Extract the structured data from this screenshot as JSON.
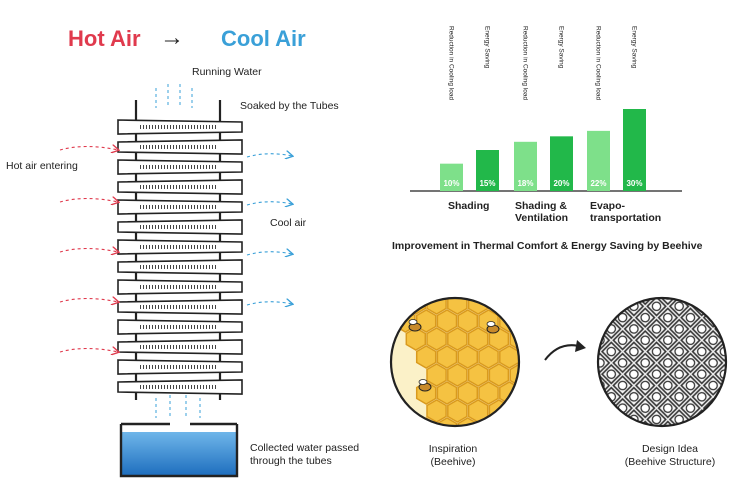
{
  "header": {
    "hot_label": "Hot Air",
    "arrow": "→",
    "cool_label": "Cool Air"
  },
  "tower": {
    "running_water": "Running Water",
    "soaked": "Soaked by the Tubes",
    "hot_air_entering": "Hot air entering",
    "cool_air": "Cool air",
    "collected_line1": "Collected water passed",
    "collected_line2": "through the tubes"
  },
  "colors": {
    "hot": "#e03a4d",
    "cool": "#3aa0d8",
    "bar_light": "#7ee08a",
    "bar_dark": "#22b84a",
    "water": "#2f8fd6",
    "honey": "#f5c242"
  },
  "chart_data": {
    "type": "bar",
    "title": "Improvement in Thermal Comfort & Energy Saving by Beehive",
    "categories": [
      "Shading",
      "Shading & Ventilation",
      "Evapo-transportation"
    ],
    "category_lines": [
      [
        "Shading"
      ],
      [
        "Shading &",
        "Ventilation"
      ],
      [
        "Evapo-",
        "transportation"
      ]
    ],
    "series": [
      {
        "name": "Reduction in Cooling load",
        "values": [
          10,
          18,
          22
        ],
        "labels": [
          "10%",
          "18%",
          "22%"
        ]
      },
      {
        "name": "Energy Saving",
        "values": [
          15,
          20,
          30
        ],
        "labels": [
          "15%",
          "20%",
          "30%"
        ]
      }
    ],
    "ylim": [
      0,
      30
    ],
    "grid": false,
    "legend": "vertical labels above each bar"
  },
  "inspiration": {
    "left_line1": "Inspiration",
    "left_line2": "(Beehive)",
    "right_line1": "Design Idea",
    "right_line2": "(Beehive Structure)"
  }
}
